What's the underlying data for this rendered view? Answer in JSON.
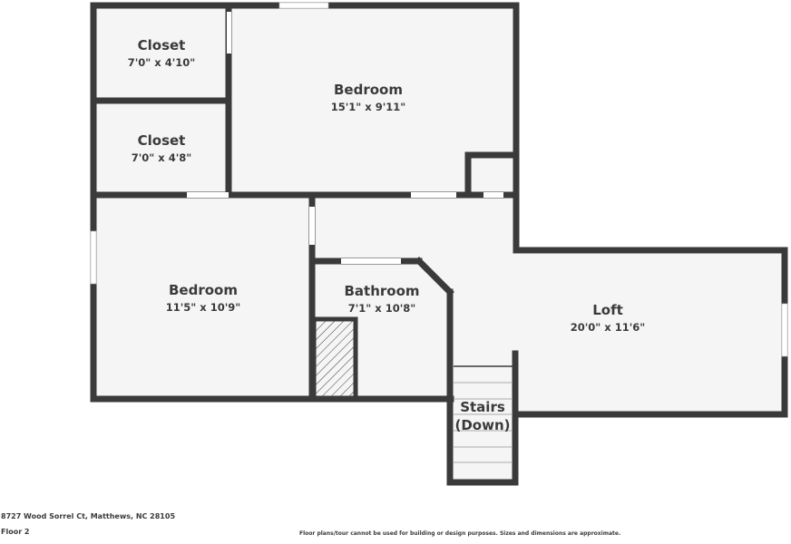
{
  "colors": {
    "wall": "#3a3a3a",
    "floor": "#f5f5f5",
    "opening": "#ffffff",
    "text": "#3a3a3a"
  },
  "rooms": [
    {
      "name": "Closet",
      "dimensions": "7'0\" x 4'10\""
    },
    {
      "name": "Closet",
      "dimensions": "7'0\" x 4'8\""
    },
    {
      "name": "Bedroom",
      "dimensions": "15'1\" x 9'11\""
    },
    {
      "name": "Bedroom",
      "dimensions": "11'5\" x 10'9\""
    },
    {
      "name": "Bathroom",
      "dimensions": "7'1\" x 10'8\""
    },
    {
      "name": "Loft",
      "dimensions": "20'0\" x 11'6\""
    },
    {
      "name": "Stairs",
      "dimensions": "(Down)"
    }
  ],
  "footer": {
    "address": "8727 Wood Sorrel Ct, Matthews, NC 28105",
    "floor": "Floor 2",
    "disclaimer": "Floor plans/tour cannot be used for building or design purposes. Sizes and dimensions are approximate."
  }
}
